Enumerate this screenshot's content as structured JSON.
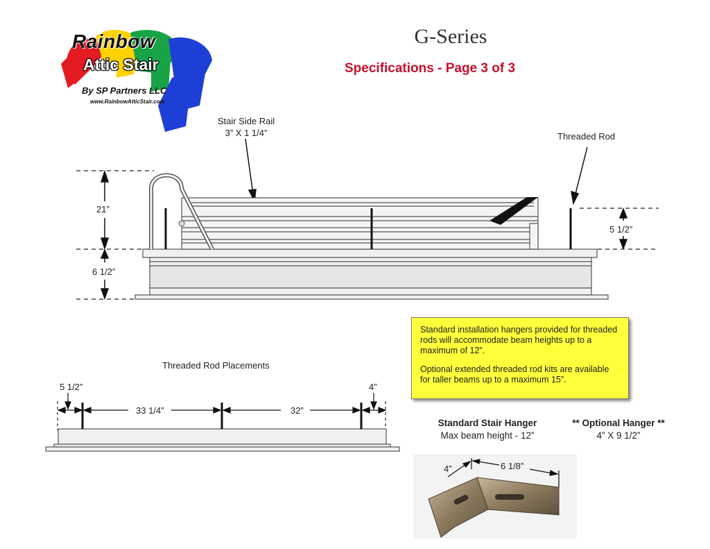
{
  "logo": {
    "line1": "Rainbow",
    "line2": "Attic Stair",
    "line3": "By SP Partners LLC",
    "url": "www.RainbowAtticStair.com",
    "colors": [
      "#e31b23",
      "#ffd200",
      "#19a347",
      "#1e3fd6"
    ]
  },
  "header": {
    "title": "G-Series",
    "subtitle": "Specifications - Page 3 of 3"
  },
  "elevation": {
    "rail_label": "Stair Side Rail",
    "rail_size": "3” X 1 1/4”",
    "rod_label": "Threaded Rod",
    "dim_total": "21”",
    "dim_frame": "6 1/2”",
    "dim_rod": "5 1/2”"
  },
  "placements": {
    "title": "Threaded Rod Placements",
    "left_offset": "5 1/2”",
    "gap1": "33 1/4”",
    "gap2": "32”",
    "right_offset": "4”"
  },
  "note": {
    "para1": "Standard installation hangers provided for threaded rods will accommodate beam heights up to a maximum of 12”.",
    "para2": "Optional extended threaded rod kits are available for taller beams up to a maximum 15”.",
    "bg": "#ffff3b"
  },
  "hanger": {
    "title": "Standard Stair Hanger",
    "subtitle": "Max beam height - 12”",
    "opt_title": "**  Optional Hanger **",
    "opt_size": "4” X 9 1/2”",
    "dim_short": "4”",
    "dim_long": "6 1/8”"
  },
  "colors": {
    "accent": "#c8102e"
  }
}
